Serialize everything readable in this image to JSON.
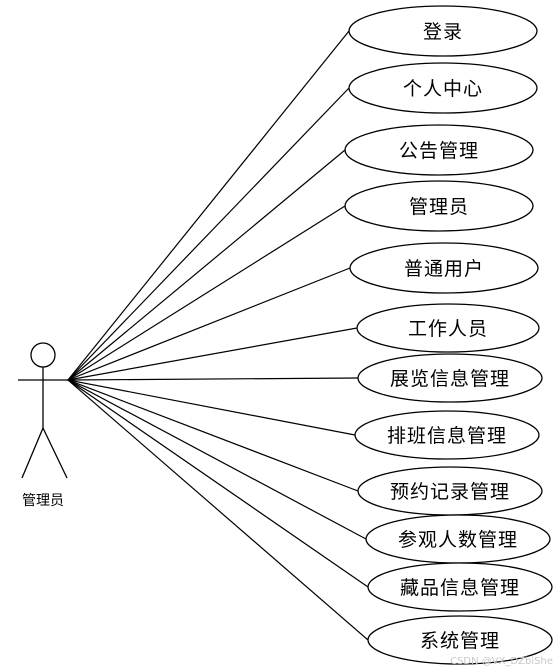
{
  "actor": {
    "label": "管理员"
  },
  "use_cases": [
    {
      "label": "登录"
    },
    {
      "label": "个人中心"
    },
    {
      "label": "公告管理"
    },
    {
      "label": "管理员"
    },
    {
      "label": "普通用户"
    },
    {
      "label": "工作人员"
    },
    {
      "label": "展览信息管理"
    },
    {
      "label": "排班信息管理"
    },
    {
      "label": "预约记录管理"
    },
    {
      "label": "参观人数管理"
    },
    {
      "label": "藏品信息管理"
    },
    {
      "label": "系统管理"
    }
  ],
  "watermark": "CSDN @VX_DZbiShe"
}
